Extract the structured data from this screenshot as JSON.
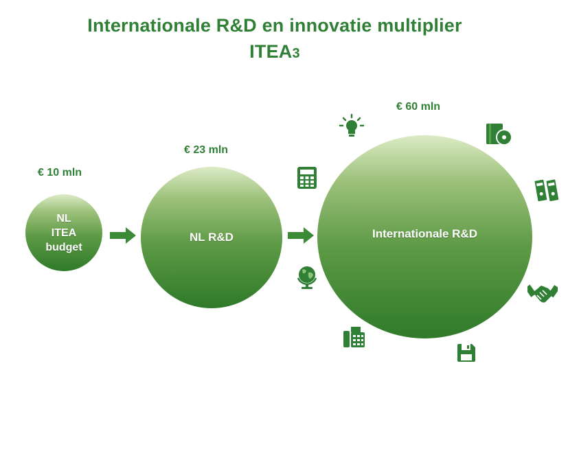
{
  "title": {
    "line1": "Internationale R&D en innovatie multiplier",
    "line2_main": "ITEA",
    "line2_sub": "3"
  },
  "nodes": [
    {
      "amount": "€ 10 mln",
      "label": "NL\nITEA\nbudget"
    },
    {
      "amount": "€ 23 mln",
      "label": "NL R&D"
    },
    {
      "amount": "€ 60 mln",
      "label": "Internationale R&D"
    }
  ],
  "icons": [
    "calculator-icon",
    "globe-icon",
    "fax-icon",
    "lightbulb-icon",
    "book-disc-icon",
    "binders-icon",
    "handshake-icon",
    "floppy-disk-icon"
  ],
  "colors": {
    "primary": "#2f7f34",
    "dark": "#2f7a2a",
    "light": "#dcebc6"
  }
}
